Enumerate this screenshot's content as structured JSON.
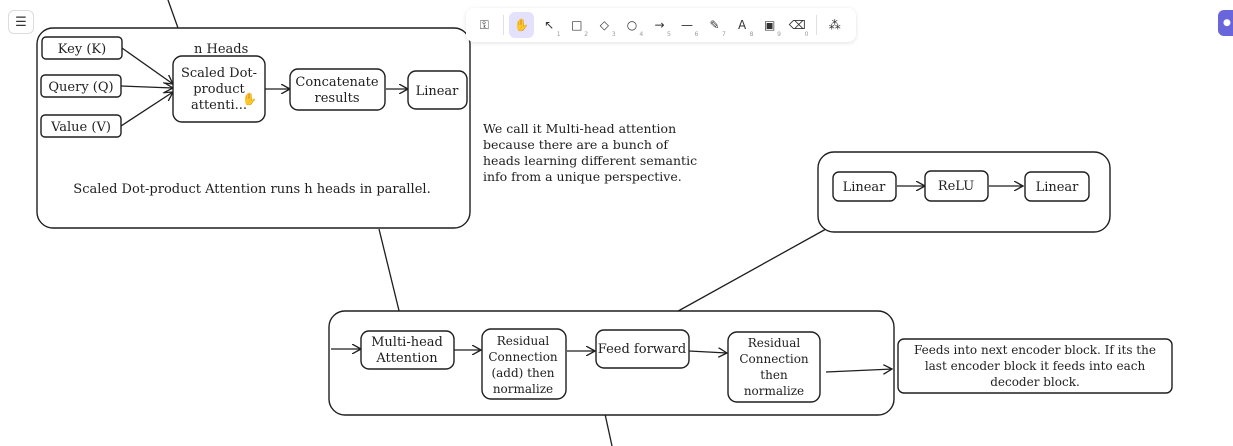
{
  "toolbar": {
    "tools": [
      {
        "name": "lock",
        "glyph": "⚿",
        "key": ""
      },
      {
        "name": "hand",
        "glyph": "✋",
        "key": ""
      },
      {
        "name": "selection",
        "glyph": "↖",
        "key": "1"
      },
      {
        "name": "rectangle",
        "glyph": "□",
        "key": "2"
      },
      {
        "name": "diamond",
        "glyph": "◇",
        "key": "3"
      },
      {
        "name": "ellipse",
        "glyph": "○",
        "key": "4"
      },
      {
        "name": "arrow",
        "glyph": "→",
        "key": "5"
      },
      {
        "name": "line",
        "glyph": "—",
        "key": "6"
      },
      {
        "name": "draw",
        "glyph": "✎",
        "key": "7"
      },
      {
        "name": "text",
        "glyph": "A",
        "key": "8"
      },
      {
        "name": "image",
        "glyph": "▣",
        "key": "9"
      },
      {
        "name": "eraser",
        "glyph": "⌫",
        "key": "0"
      },
      {
        "name": "more-tools",
        "glyph": "⁂",
        "key": ""
      }
    ]
  },
  "canvas": {
    "key_box": "Key (K)",
    "query_box": "Query (Q)",
    "value_box": "Value (V)",
    "n_heads_label": "n Heads",
    "scaled_dot": [
      "Scaled Dot-",
      "product",
      "attenti..."
    ],
    "concat": [
      "Concatenate",
      "results"
    ],
    "linear_top": "Linear",
    "scaled_caption": "Scaled Dot-product Attention runs h heads in parallel.",
    "note": [
      "We call it Multi-head attention",
      "because there are a bunch of",
      "heads learning different semantic",
      "info from a unique perspective."
    ],
    "ffn_linear1": "Linear",
    "ffn_relu": "ReLU",
    "ffn_linear2": "Linear",
    "mha": [
      "Multi-head",
      "Attention"
    ],
    "res1": [
      "Residual",
      "Connection",
      "(add) then",
      "normalize"
    ],
    "feed_forward": "Feed forward",
    "res2": [
      "Residual",
      "Connection",
      "then",
      "normalize"
    ],
    "feeds_into": [
      "Feeds into next encoder block. If its the",
      "last encoder block it feeds into each",
      "decoder block."
    ]
  }
}
